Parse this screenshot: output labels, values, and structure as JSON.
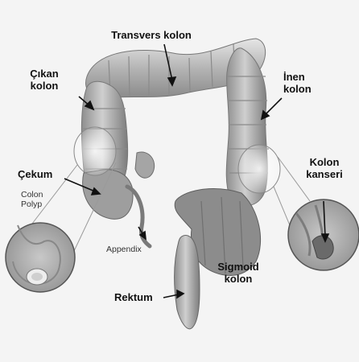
{
  "labels": {
    "transvers": "Transvers kolon",
    "cikan_1": "Çıkan",
    "cikan_2": "kolon",
    "inen_1": "İnen",
    "inen_2": "kolon",
    "cekum": "Çekum",
    "colon_polyp_1": "Colon",
    "colon_polyp_2": "Polyp",
    "kolon_kanseri_1": "Kolon",
    "kolon_kanseri_2": "kanseri",
    "appendix": "Appendix",
    "sigmoid_1": "Sigmoid",
    "sigmoid_2": "kolon",
    "rektum": "Rektum"
  },
  "colors": {
    "background": "#f4f4f4",
    "tissue_light": "#d9d9d9",
    "tissue_mid": "#a9a9a9",
    "tissue_dark": "#6e6e6e",
    "ink": "#111111"
  }
}
